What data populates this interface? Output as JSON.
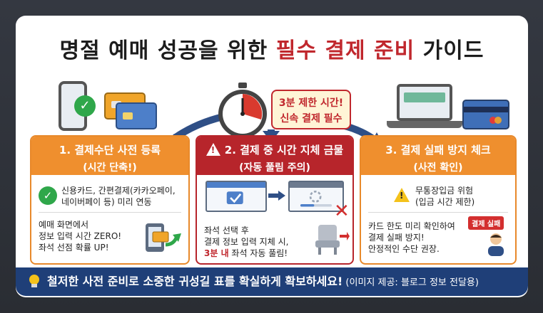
{
  "title": {
    "part1": "명절 예매 성공을 위한 ",
    "accent": "필수 결제 준비",
    "part2": " 가이드"
  },
  "callout": {
    "line1_strong": "3분",
    "line1_rest": " 제한 시간!",
    "line2": "신속 결제 필수"
  },
  "panels": [
    {
      "title": "1. 결제수단 사전 등록",
      "subtitle": "(시간 단축!)",
      "item1": [
        "신용카드, 간편결제(카카오페이,",
        "네이버페이 등) 미리 연동"
      ],
      "item2": [
        "예매 화면에서",
        "정보 입력 시간 ZERO!",
        "좌석 선점 확률 UP!"
      ]
    },
    {
      "title": "2. 결제 중 시간 지체 금물",
      "subtitle": "(자동 풀림 주의)",
      "item2": [
        "좌석 선택 후",
        "결제 정보 입력 지체 시,"
      ],
      "item2_last_strong": "3분 내",
      "item2_last_rest": " 좌석 자동 풀림!"
    },
    {
      "title": "3. 결제 실패 방지 체크",
      "subtitle": "(사전 확인)",
      "item1": [
        "무통장입금 위험",
        "(입금 시간 제한)"
      ],
      "item2": [
        "카드 한도 미리 확인하여",
        "결제 실패 방지!",
        "안정적인 수단 권장."
      ],
      "fail_tag": "결제 실패"
    }
  ],
  "footer": {
    "main": "철저한 사전 준비로 소중한 귀성길 표를 확실하게 확보하세요!",
    "note": " (이미지 제공: 블로그 정보 전달용)"
  },
  "colors": {
    "accent_red": "#c0272d",
    "orange": "#ef8f2e",
    "navy": "#1f3f78",
    "green": "#2fa74a"
  },
  "icons": [
    "phone-icon",
    "check-icon",
    "credit-card-icon",
    "stopwatch-icon",
    "laptop-icon",
    "warning-icon",
    "bulb-icon",
    "person-icon"
  ]
}
